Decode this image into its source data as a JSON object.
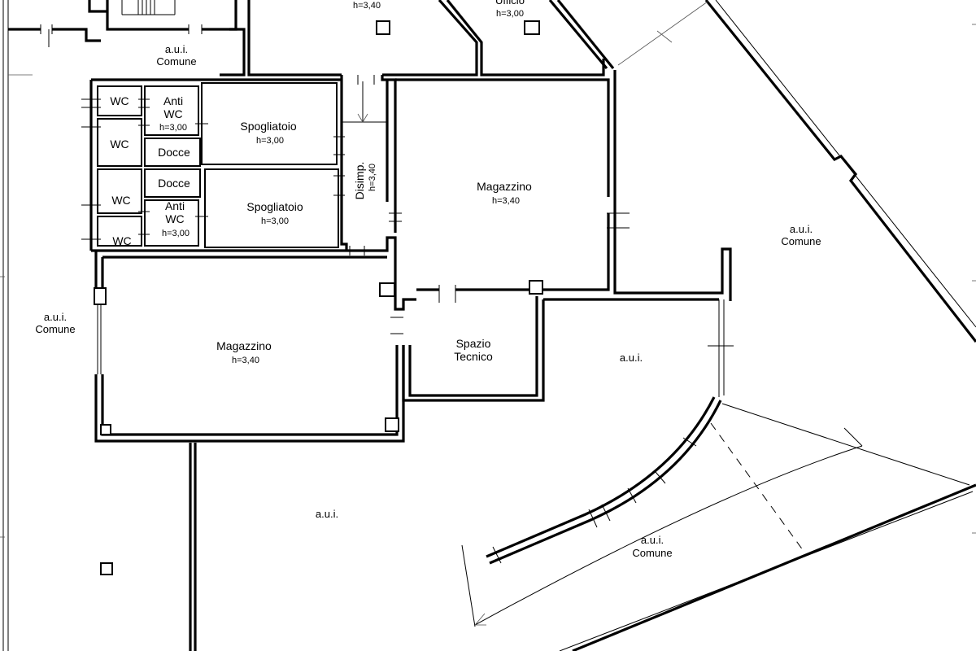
{
  "labels": {
    "aui_comune_top": [
      "a.u.i.",
      "Comune"
    ],
    "aui_comune_left": [
      "a.u.i.",
      "Comune"
    ],
    "aui_comune_right": [
      "a.u.i.",
      "Comune"
    ],
    "aui_comune_bottom": [
      "a.u.i.",
      "Comune"
    ],
    "aui_mid": "a.u.i.",
    "aui_bottom": "a.u.i.",
    "top_room_height": "h=3,40",
    "ufficio_name": "Ufficio",
    "ufficio_height": "h=3,00",
    "wc_1": "WC",
    "wc_2": "WC",
    "wc_3": "WC",
    "wc_4": "WC",
    "anti_wc_1": [
      "Anti",
      "WC"
    ],
    "anti_wc_1_height": "h=3,00",
    "anti_wc_2": [
      "Anti",
      "WC"
    ],
    "anti_wc_2_height": "h=3,00",
    "docce_1": "Docce",
    "docce_2": "Docce",
    "spogliatoio_1": "Spogliatoio",
    "spogliatoio_1_height": "h=3,00",
    "spogliatoio_2": "Spogliatoio",
    "spogliatoio_2_height": "h=3,00",
    "disimp": "Disimp.",
    "disimp_height": "h=3,40",
    "magazzino_1": "Magazzino",
    "magazzino_1_height": "h=3,40",
    "magazzino_2": "Magazzino",
    "magazzino_2_height": "h=3,40",
    "spazio_tecnico": [
      "Spazio",
      "Tecnico"
    ]
  }
}
